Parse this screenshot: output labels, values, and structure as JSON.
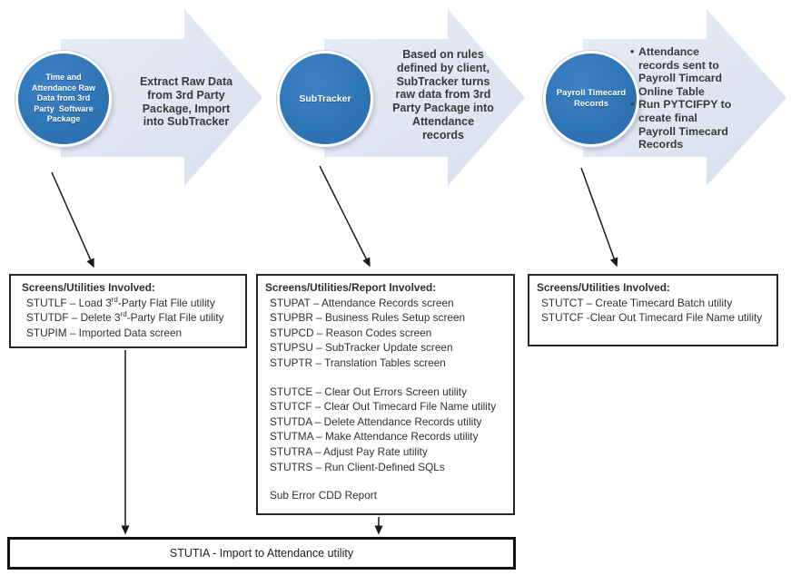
{
  "colors": {
    "circle_fill": "#2e75b6",
    "arrow_fill_light": "#e7ebf5",
    "arrow_fill": "#dde3f0",
    "connector": "#1a1a1a",
    "box_border": "#262626",
    "text": "#3a3a3a"
  },
  "stages": [
    {
      "circle_label": "Time and\nAttendance Raw\nData from 3rd\nParty  Software\nPackage",
      "arrow_text": "Extract Raw Data\nfrom 3rd Party\nPackage, Import\ninto SubTracker"
    },
    {
      "circle_label": "SubTracker",
      "arrow_text": "Based on rules\ndefined by client,\nSubTracker turns\nraw data from 3rd\nParty Package into\nAttendance\nrecords"
    },
    {
      "circle_label": "Payroll Timecard\nRecords",
      "bullet_glyph": "•",
      "bullets": [
        "Attendance\nrecords sent to\nPayroll Timcard\nOnline Table",
        "Run PYTCIFPY to\ncreate final\nPayroll Timecard\nRecords"
      ]
    }
  ],
  "boxes": {
    "left": {
      "header": "Screens/Utilities Involved:",
      "items": [
        "STUTLF – Load 3rd-Party Flat File utility",
        "STUTDF – Delete 3rd-Party Flat File utility",
        "STUPIM – Imported Data screen"
      ]
    },
    "middle": {
      "header": "Screens/Utilities/Report Involved:",
      "group1": [
        "STUPAT – Attendance Records screen",
        "STUPBR – Business Rules Setup screen",
        "STUPCD – Reason Codes screen",
        "STUPSU – SubTracker Update screen",
        "STUPTR – Translation Tables screen"
      ],
      "group2": [
        "STUTCE – Clear Out Errors Screen utility",
        "STUTCF – Clear Out Timecard File Name utility",
        "STUTDA – Delete Attendance Records utility",
        "STUTMA – Make Attendance Records utility",
        "STUTRA – Adjust Pay Rate utility",
        "STUTRS – Run Client-Defined SQLs"
      ],
      "group3": [
        "Sub Error CDD Report"
      ]
    },
    "right": {
      "header": "Screens/Utilities Involved:",
      "items": [
        "STUTCT – Create Timecard Batch utility",
        "STUTCF -Clear Out Timecard File Name utility"
      ]
    },
    "bottom": {
      "label": "STUTIA - Import to Attendance utility"
    }
  }
}
